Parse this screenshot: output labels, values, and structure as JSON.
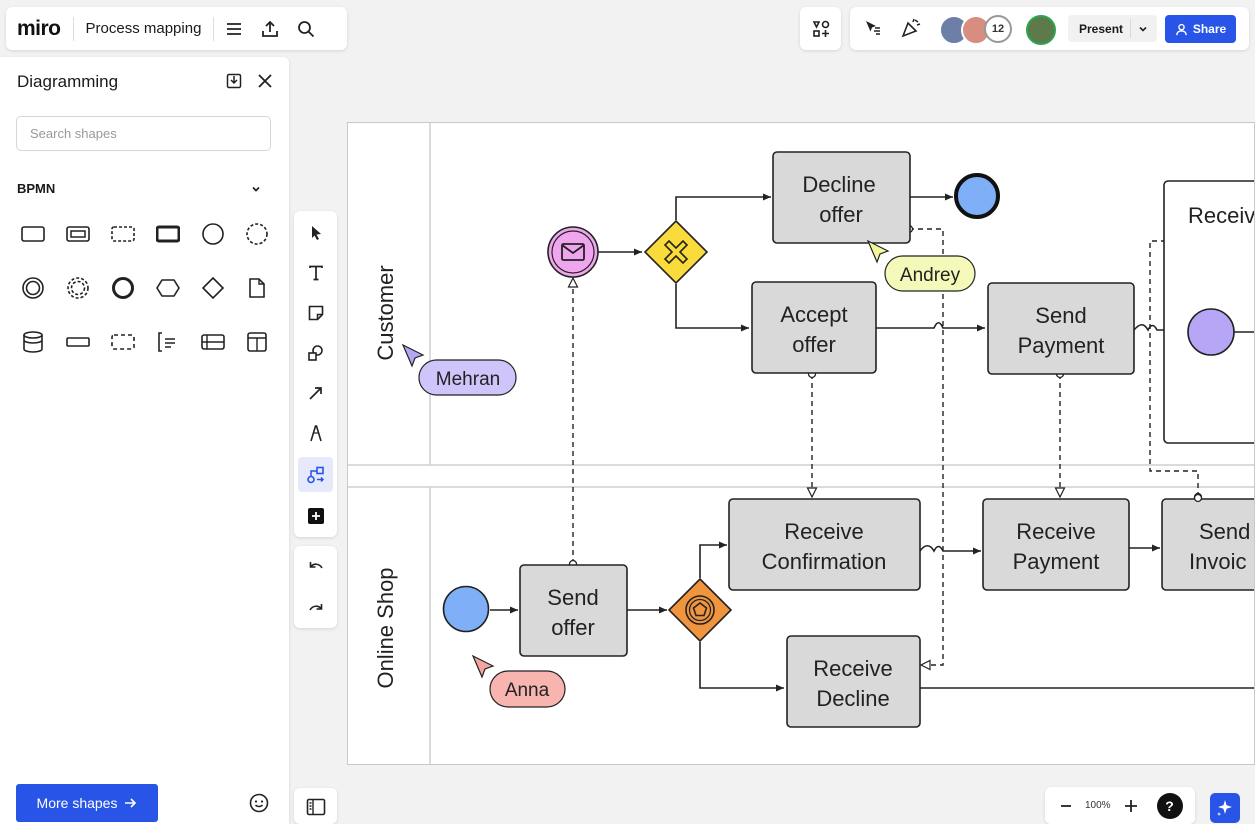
{
  "app": {
    "logo": "miro",
    "board_title": "Process mapping"
  },
  "header": {
    "present_label": "Present",
    "share_label": "Share",
    "collaborators_count": "12"
  },
  "sidebar": {
    "title": "Diagramming",
    "search_placeholder": "Search shapes",
    "section": "BPMN",
    "more_shapes_label": "More shapes"
  },
  "lanes": {
    "top": "Customer",
    "bottom": "Online Shop"
  },
  "tasks": {
    "decline_offer": [
      "Decline",
      "offer"
    ],
    "accept_offer": [
      "Accept",
      "offer"
    ],
    "send_payment": [
      "Send",
      "Payment"
    ],
    "receive_confirmation": [
      "Receive",
      "Confirmation"
    ],
    "receive_payment": [
      "Receive",
      "Payment"
    ],
    "send_offer": [
      "Send",
      "offer"
    ],
    "receive_decline": [
      "Receive",
      "Decline"
    ],
    "send_invoice": [
      "Send",
      "Invoic"
    ],
    "receive_top": "Receiv"
  },
  "cursors": {
    "mehran": "Mehran",
    "andrey": "Andrey",
    "anna": "Anna"
  },
  "zoom": "100%",
  "colors": {
    "accent": "#2854e8",
    "task_fill": "#d9d9d9",
    "event_blue": "#7fb0f7",
    "event_violet": "#b7a6f5",
    "gateway_yellow": "#fadb3c",
    "gateway_orange": "#f0953e",
    "message_pink": "#f0a6ef"
  }
}
